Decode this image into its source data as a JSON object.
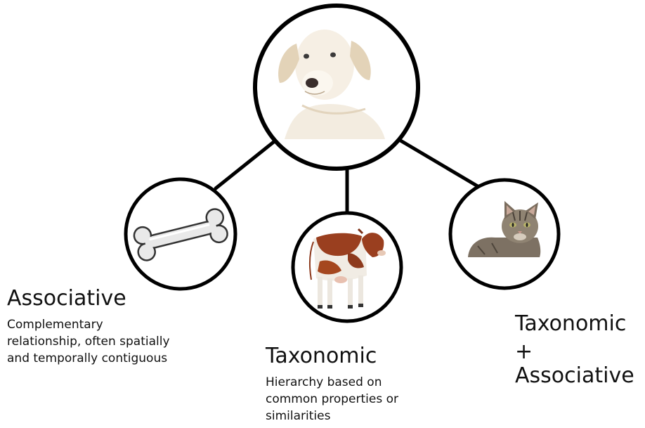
{
  "nodes": {
    "center": {
      "picture": "dog",
      "icon": "dog-icon"
    },
    "left": {
      "picture": "bone",
      "icon": "bone-icon"
    },
    "middle": {
      "picture": "cow",
      "icon": "cow-icon"
    },
    "right": {
      "picture": "cat",
      "icon": "cat-icon"
    }
  },
  "labels": {
    "associative": {
      "title": "Associative",
      "description": [
        "Complementary",
        "relationship, often spatially",
        "and temporally contiguous"
      ]
    },
    "taxonomic": {
      "title": "Taxonomic",
      "description": [
        "Hierarchy based on",
        "common properties or",
        "similarities"
      ]
    },
    "taxonomic_associative": {
      "title_line1": "Taxonomic",
      "title_line2": "+ Associative"
    }
  },
  "colors": {
    "outline": "#000000",
    "background": "#ffffff",
    "dog_fur": "#efe6d6",
    "cow_brown": "#9a3f1f",
    "cat_fur": "#8d8172",
    "bone": "#e9e9e9"
  }
}
